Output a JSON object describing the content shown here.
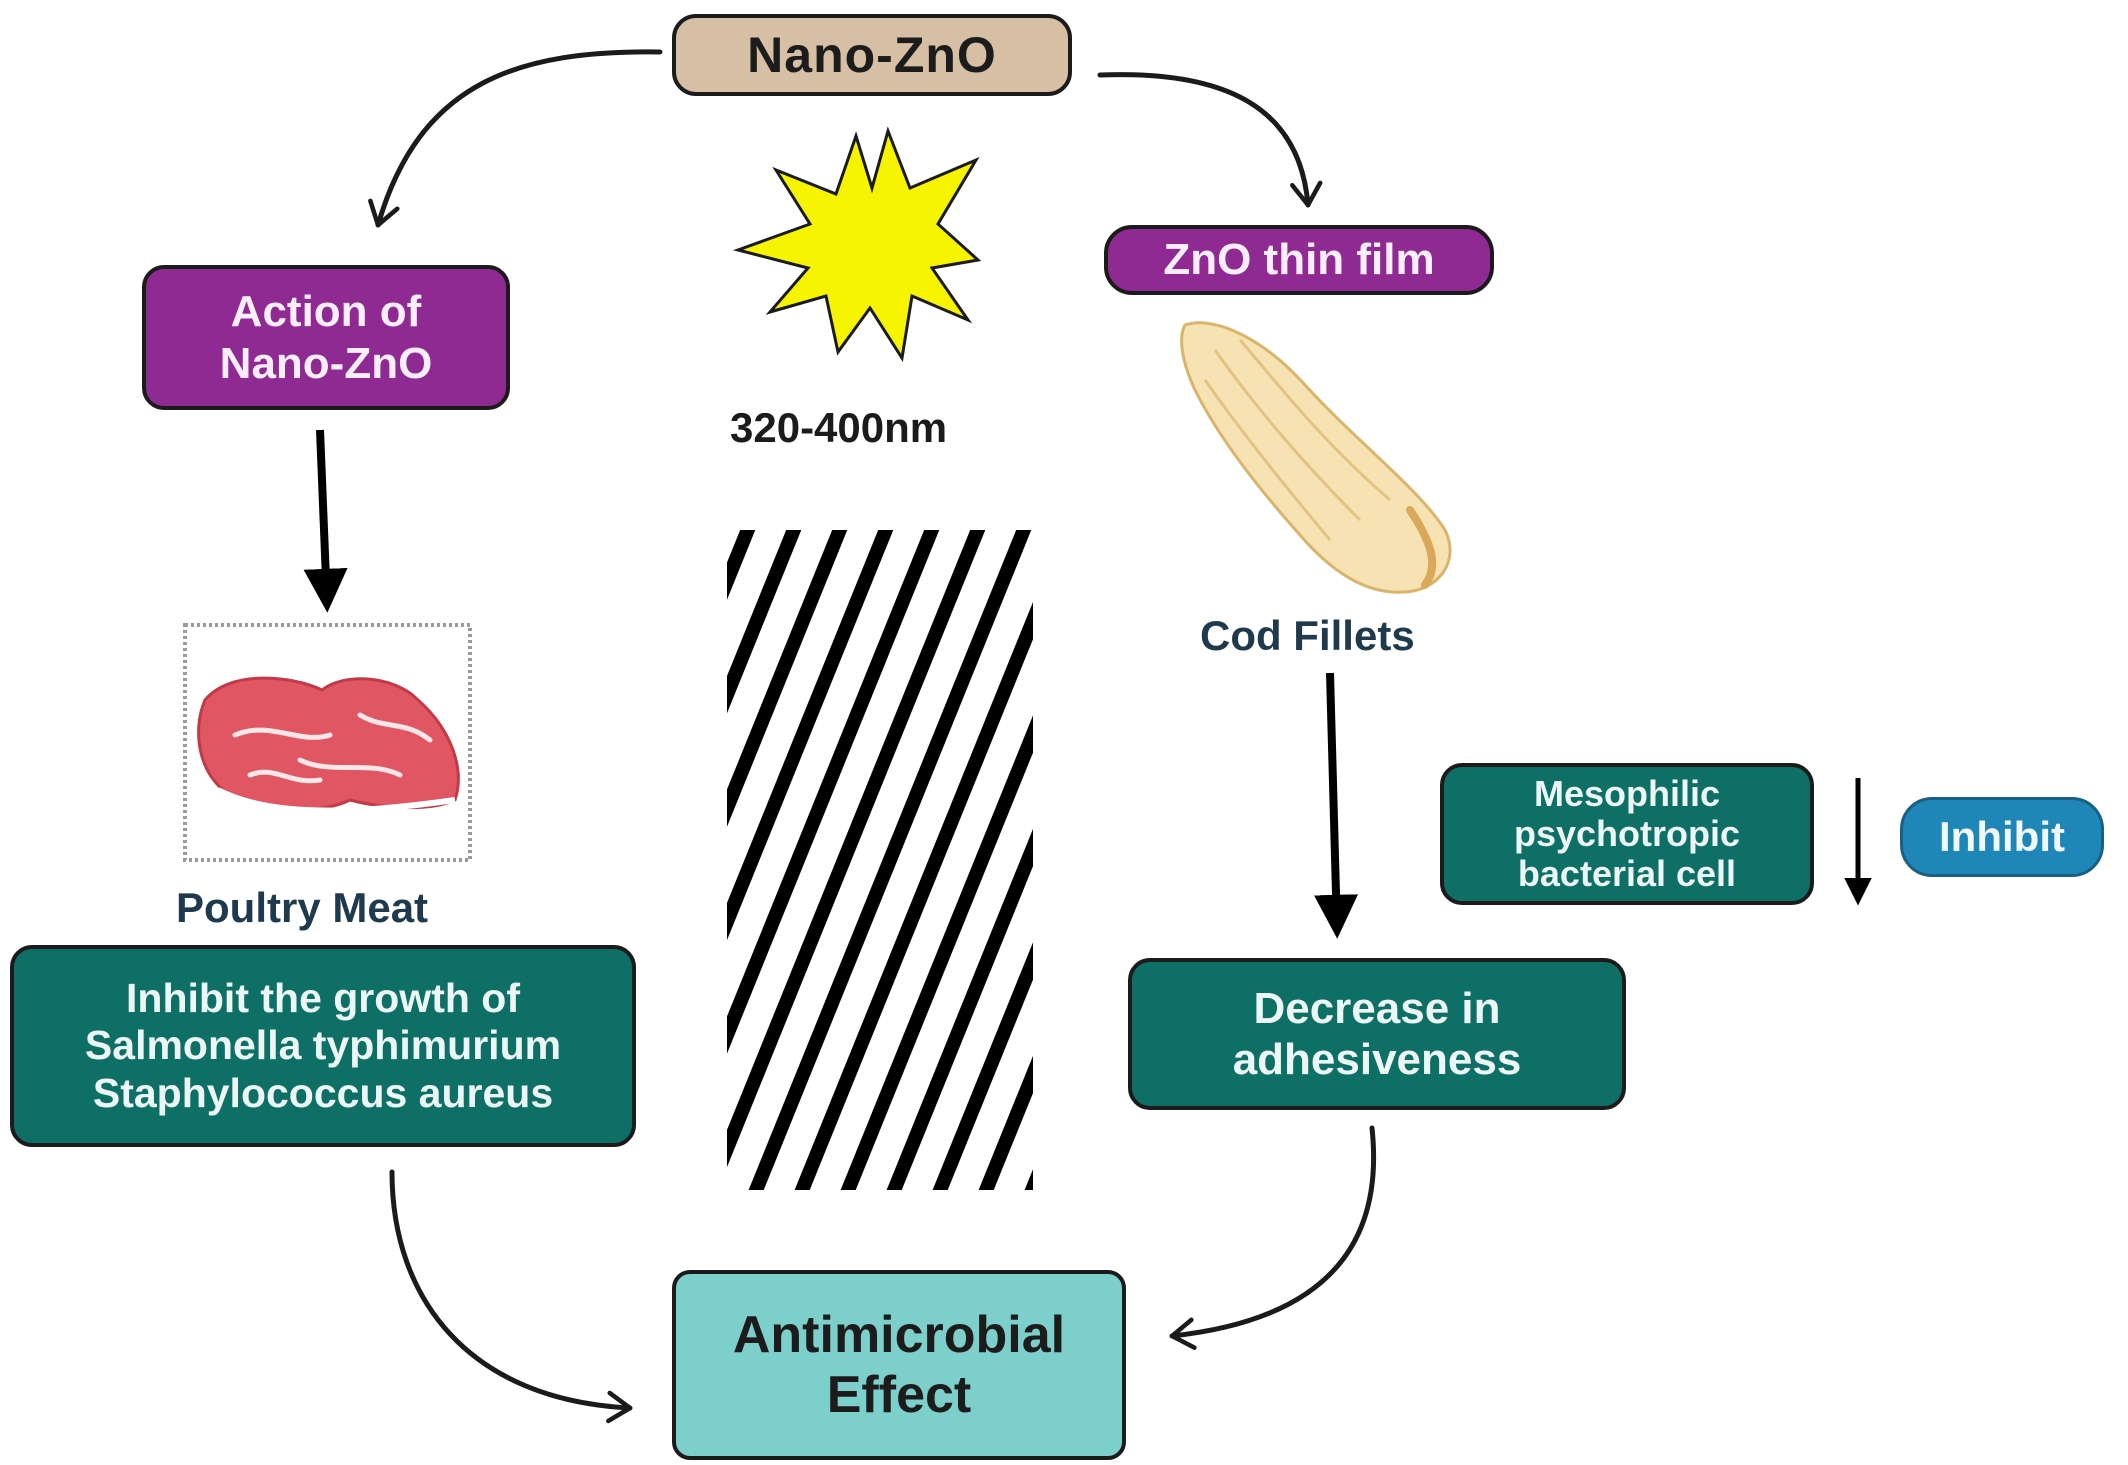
{
  "source": {
    "label": "Nano-ZnO"
  },
  "uv": {
    "wavelength": "320-400nm"
  },
  "left_branch": {
    "action": "Action of\nNano-ZnO",
    "image_label": "Poultry Meat",
    "effect": "Inhibit the growth of\nSalmonella typhimurium\nStaphylococcus aureus"
  },
  "right_branch": {
    "film": "ZnO thin film",
    "image_label": "Cod Fillets",
    "bacteria": "Mesophilic\npsychotropic\nbacterial cell",
    "inhibit": "Inhibit",
    "effect": "Decrease in\nadhesiveness"
  },
  "result": {
    "label": "Antimicrobial\nEffect"
  },
  "colors": {
    "tan_box": "#d7bfa5",
    "purple_box": "#8f2a92",
    "teal_box": "#0e6f66",
    "blue_pill": "#1f86b8",
    "result_box": "#7ccfca",
    "starburst": "#f6f400",
    "label_text": "#1f3a4d"
  },
  "icons": {
    "uv_light": "starburst-icon",
    "shield": "hatched-barrier",
    "meat": "raw-meat-image",
    "fish": "cod-fillet-image"
  }
}
